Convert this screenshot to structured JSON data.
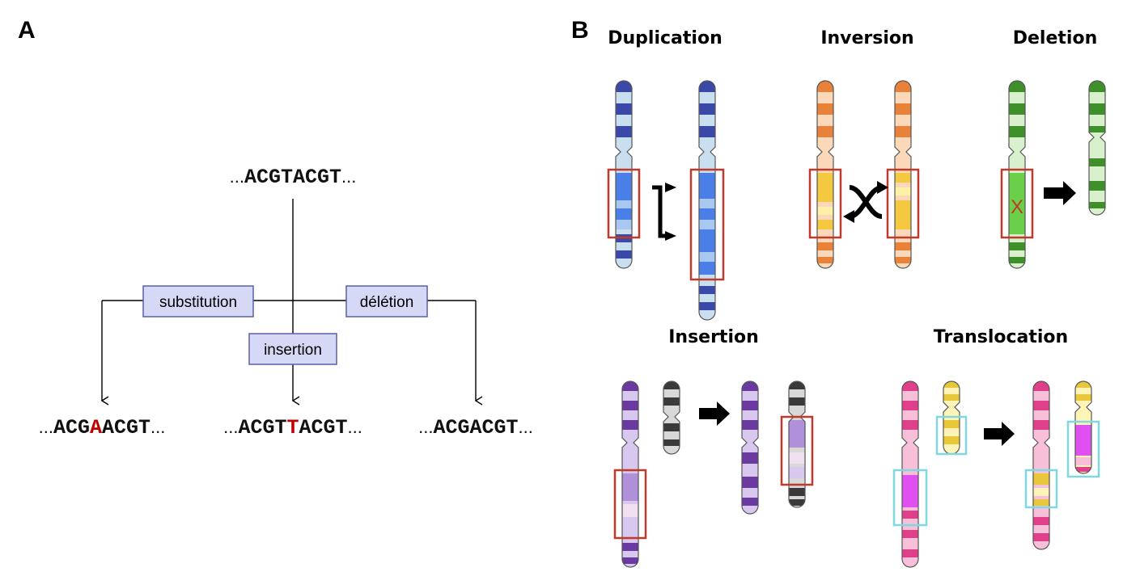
{
  "panel_a": {
    "label": "A",
    "dots": "...",
    "original": "ACGTACGT",
    "ops": {
      "substitution": "substitution",
      "insertion": "insertion",
      "deletion": "délétion"
    },
    "results": {
      "substitution": {
        "pre": "ACG",
        "mut": "A",
        "post": "ACGT"
      },
      "insertion": {
        "pre": "ACGT",
        "mut": "T",
        "post": "ACGT"
      },
      "deletion": {
        "pre": "ACGACGT",
        "mut": "",
        "post": ""
      }
    },
    "colors": {
      "mutation": "#c00000",
      "op_box_fill": "#d6d9f5",
      "op_box_border": "#5a5fa8"
    }
  },
  "panel_b": {
    "label": "B",
    "titles": {
      "duplication": "Duplication",
      "inversion": "Inversion",
      "deletion": "Deletion",
      "insertion": "Insertion",
      "translocation": "Translocation"
    },
    "deletion_mark": "X",
    "colors": {
      "highlight_box": "#c0392b",
      "translocation_box": "#7fd8e0",
      "duplication": "#3a48a8",
      "inversion": "#e8823a",
      "deletion": "#4aa032",
      "insertion": "#6a3aa0",
      "insertion_donor": "#4a4a4a",
      "translocation_a": "#e0408a",
      "translocation_b": "#e8c83a"
    }
  }
}
